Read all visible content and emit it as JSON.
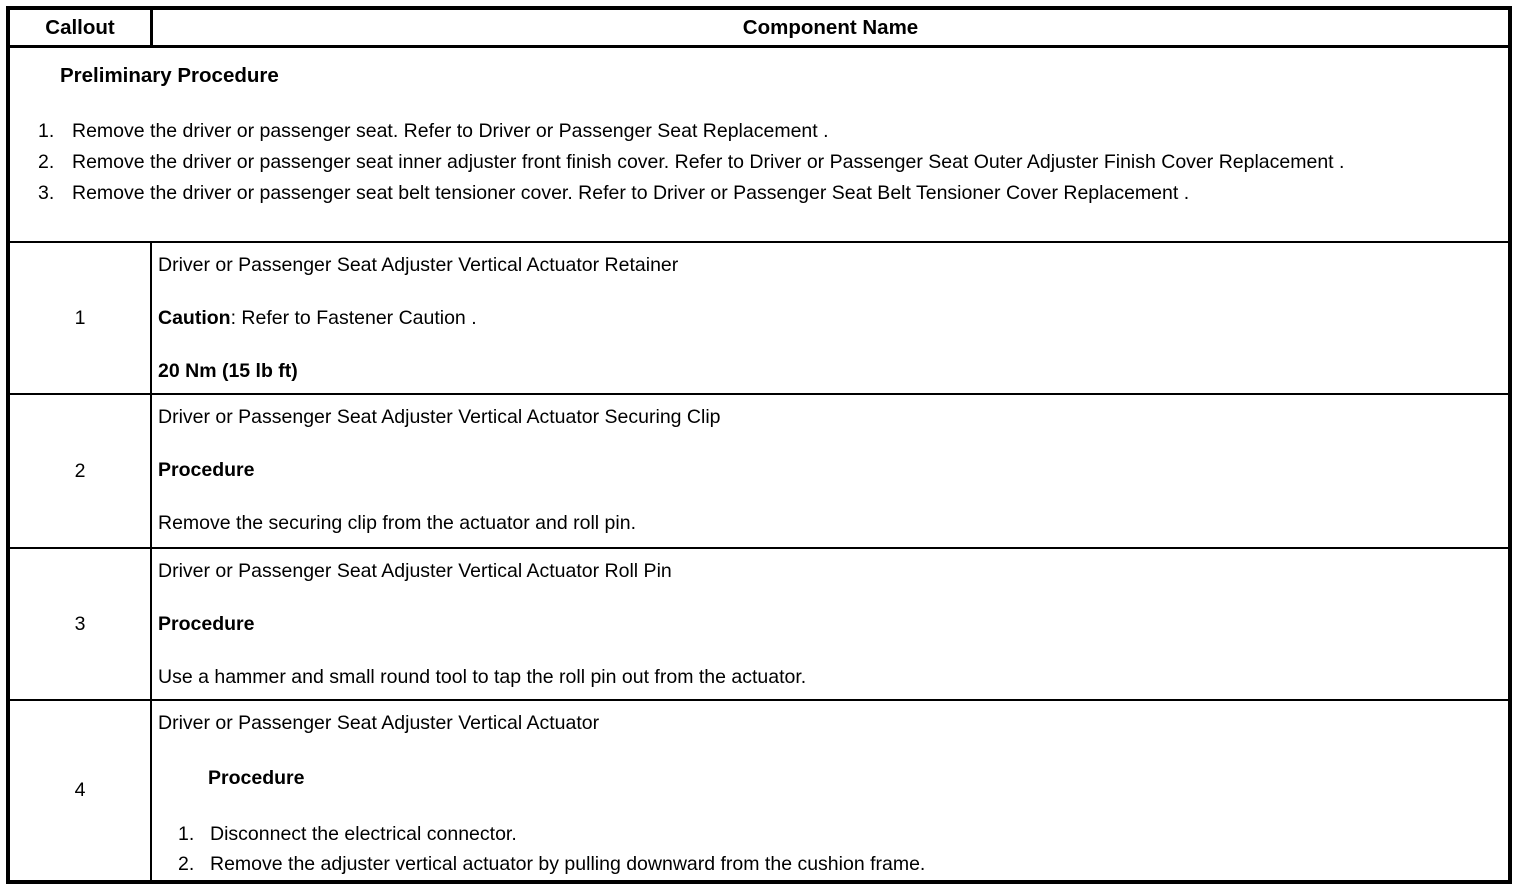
{
  "header": {
    "callout_label": "Callout",
    "component_label": "Component Name"
  },
  "preliminary": {
    "title": "Preliminary Procedure",
    "steps": [
      "Remove the driver or passenger seat. Refer to Driver or Passenger Seat Replacement .",
      "Remove the driver or passenger seat inner adjuster front finish cover. Refer to Driver or Passenger Seat Outer Adjuster Finish Cover Replacement .",
      "Remove the driver or passenger seat belt tensioner cover. Refer to Driver or Passenger Seat Belt Tensioner Cover Replacement ."
    ]
  },
  "rows": [
    {
      "callout": "1",
      "name": "Driver or Passenger Seat Adjuster Vertical Actuator Retainer",
      "caution_label": "Caution",
      "caution_separator": ":",
      "caution_text": " Refer to Fastener Caution .",
      "torque": "20 Nm (15 lb ft)"
    },
    {
      "callout": "2",
      "name": "Driver or Passenger Seat Adjuster Vertical Actuator Securing Clip",
      "procedure_label": "Procedure",
      "procedure_text": "Remove the securing clip from the actuator and roll pin."
    },
    {
      "callout": "3",
      "name": "Driver or Passenger Seat Adjuster Vertical Actuator Roll Pin",
      "procedure_label": "Procedure",
      "procedure_text": "Use a hammer and small round tool to tap the roll pin out from the actuator."
    },
    {
      "callout": "4",
      "name": "Driver or Passenger Seat Adjuster Vertical Actuator",
      "procedure_label": "Procedure",
      "procedure_steps": [
        "Disconnect the electrical connector.",
        "Remove the adjuster vertical actuator by pulling downward from the cushion frame."
      ]
    }
  ],
  "colors": {
    "border": "#000000",
    "text": "#000000",
    "background": "#ffffff"
  }
}
